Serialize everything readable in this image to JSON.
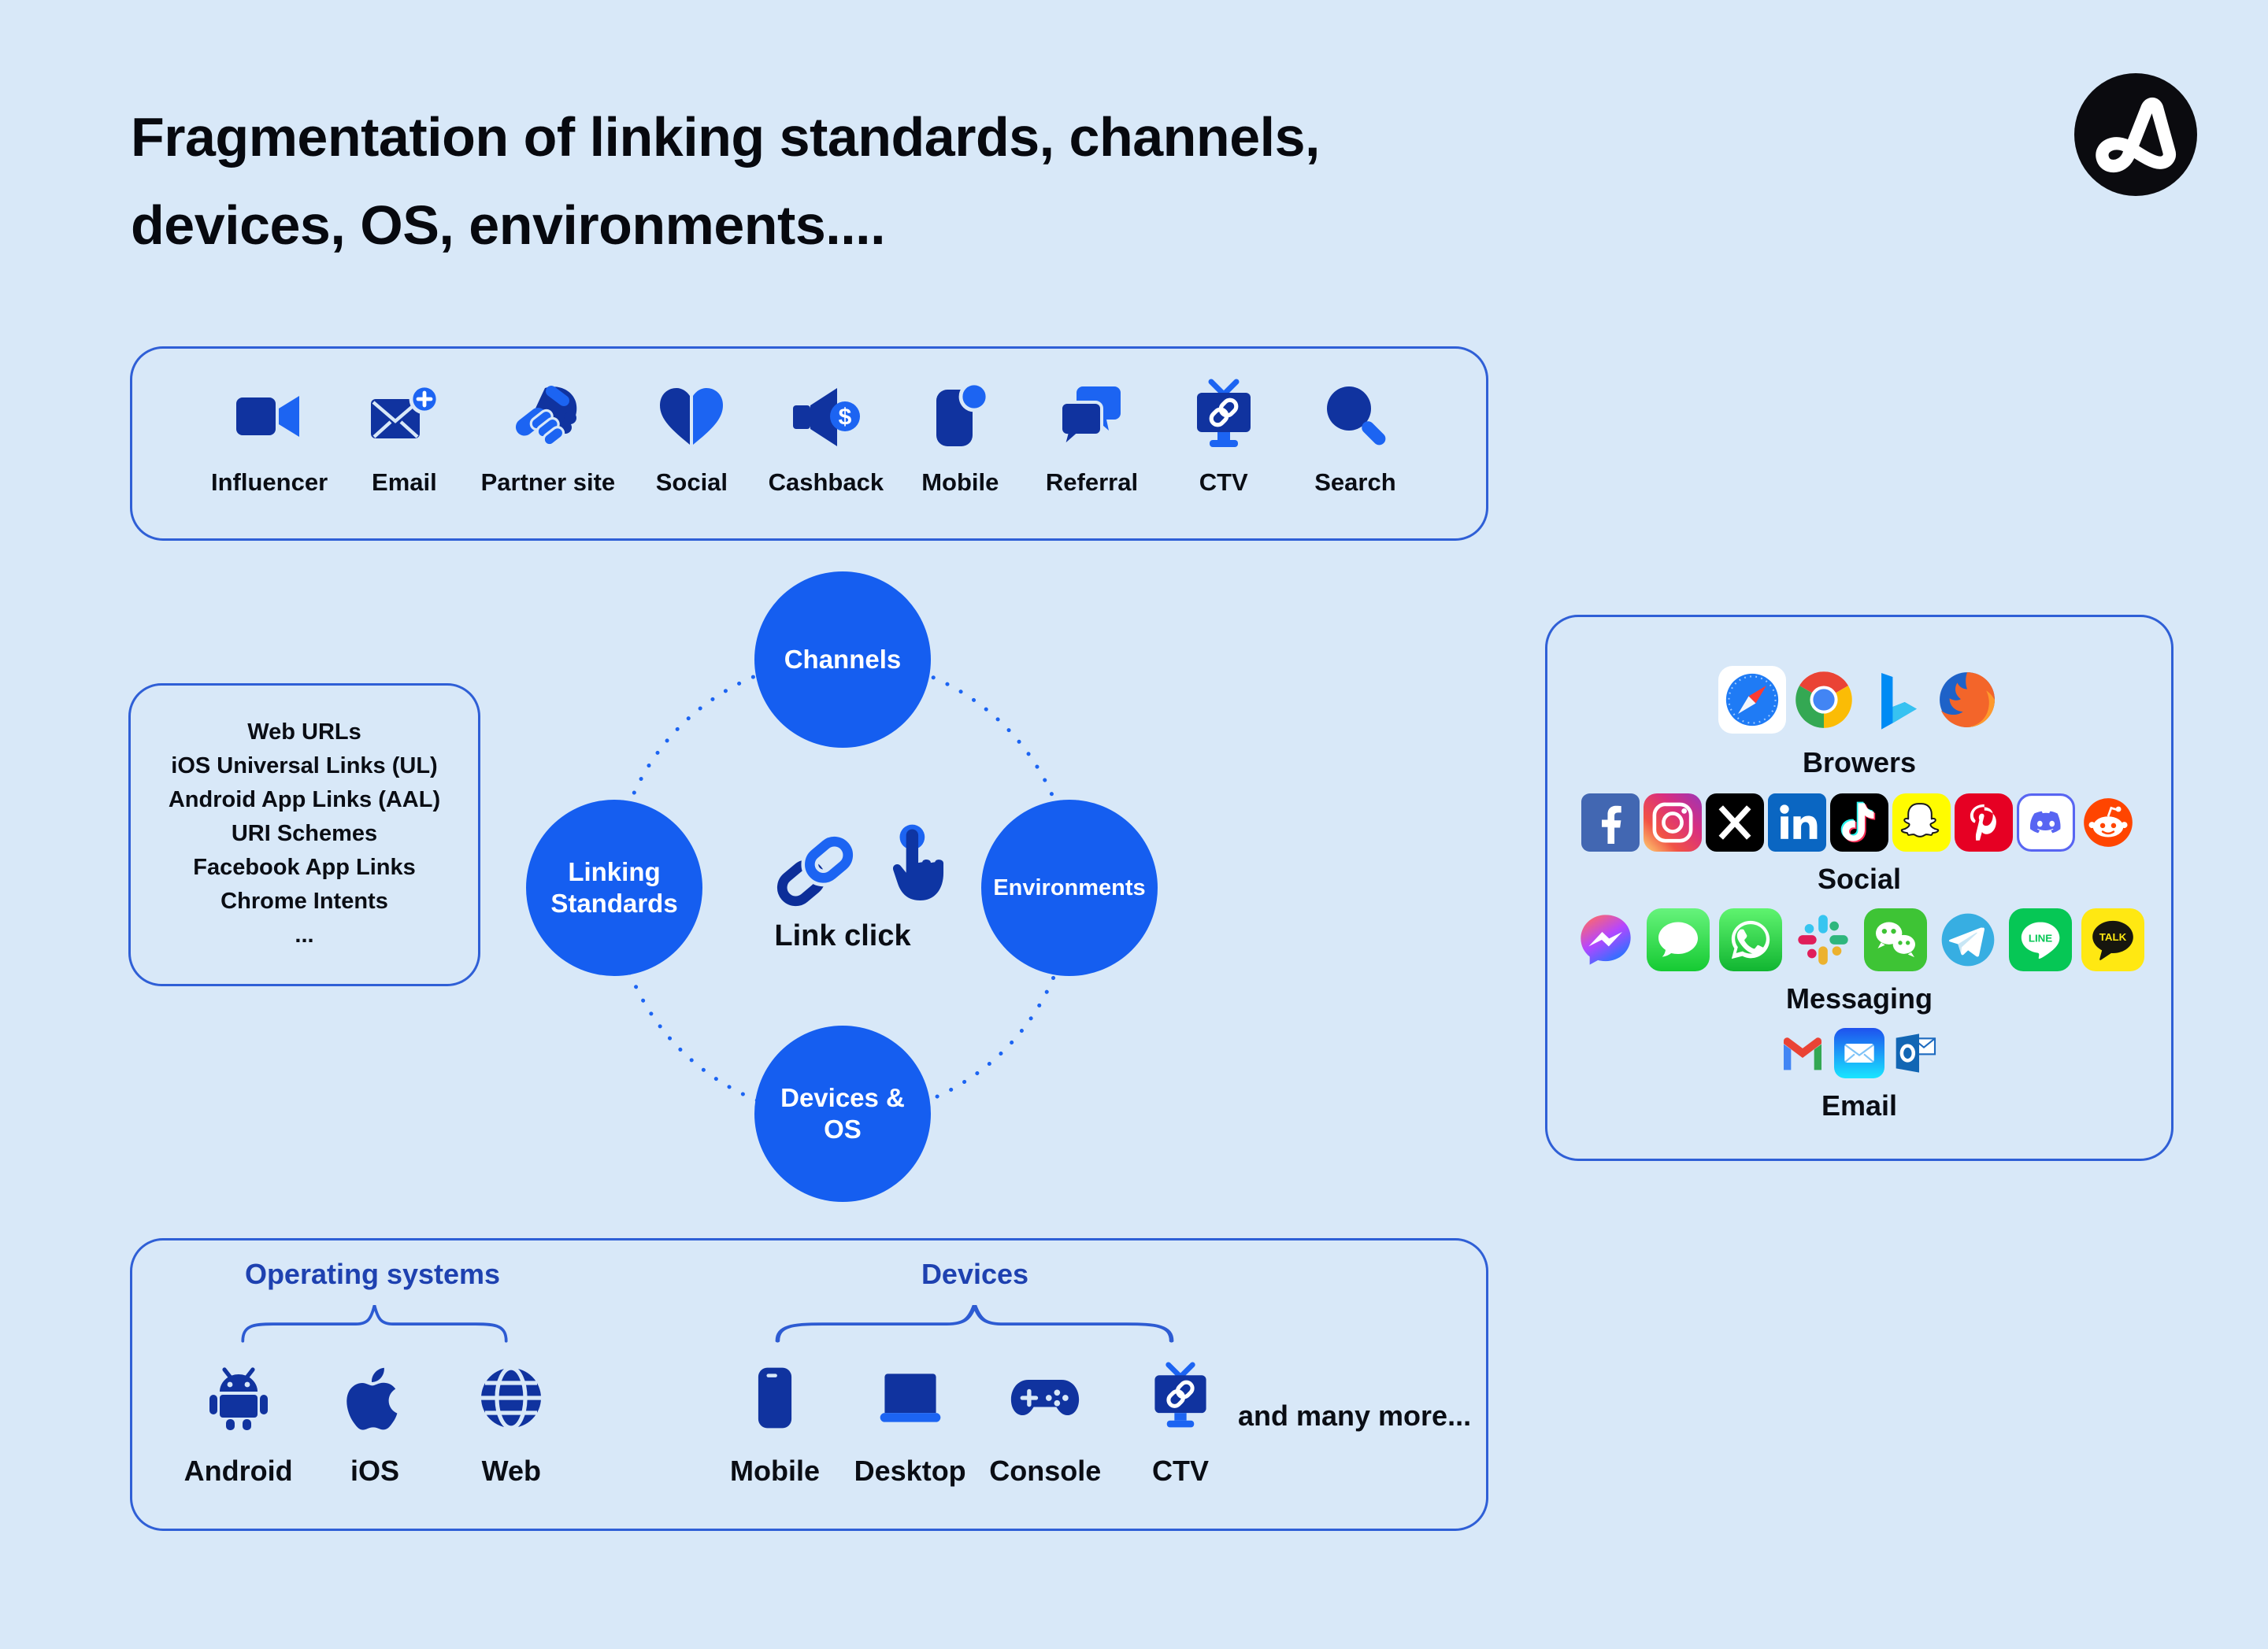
{
  "header": {
    "title": "Fragmentation of linking standards, channels,\ndevices, OS, environments....",
    "logo": "appsflyer-logo"
  },
  "colors": {
    "background": "#d8e8f8",
    "navy": "#10339f",
    "blue": "#1c64f2",
    "node_fill": "#155ef0",
    "box_border": "#2f5fd6",
    "heading_text": "#07090f",
    "group_title_blue": "#1e41b0"
  },
  "channels_box": {
    "items": [
      {
        "label": "Influencer",
        "icon": "video-camera"
      },
      {
        "label": "Email",
        "icon": "envelope-plus"
      },
      {
        "label": "Partner site",
        "icon": "handshake"
      },
      {
        "label": "Social",
        "icon": "heart"
      },
      {
        "label": "Cashback",
        "icon": "megaphone-dollar"
      },
      {
        "label": "Mobile",
        "icon": "smartphone-notification"
      },
      {
        "label": "Referral",
        "icon": "chat-bubbles"
      },
      {
        "label": "CTV",
        "icon": "tv-link"
      },
      {
        "label": "Search",
        "icon": "magnifier"
      }
    ]
  },
  "diagram": {
    "nodes": {
      "top": "Channels",
      "left": "Linking\nStandards",
      "right": "Environments",
      "bottom": "Devices &\nOS"
    },
    "center_label": "Link click",
    "center_icons": [
      "link-chain",
      "pointer-hand"
    ]
  },
  "linking_standards_box": {
    "lines": [
      "Web URLs",
      "iOS Universal Links (UL)",
      "Android App Links (AAL)",
      "URI Schemes",
      "Facebook App Links",
      "Chrome Intents",
      "..."
    ]
  },
  "environments_box": {
    "groups": [
      {
        "label": "Browers",
        "icons": [
          "safari",
          "chrome",
          "bing",
          "firefox"
        ]
      },
      {
        "label": "Social",
        "icons": [
          "facebook",
          "instagram",
          "x",
          "linkedin",
          "tiktok",
          "snapchat",
          "pinterest",
          "discord",
          "reddit"
        ]
      },
      {
        "label": "Messaging",
        "icons": [
          "messenger",
          "imessage",
          "whatsapp",
          "slack",
          "wechat",
          "telegram",
          "line",
          "kakaotalk"
        ]
      },
      {
        "label": "Email",
        "icons": [
          "gmail",
          "apple-mail",
          "outlook"
        ]
      }
    ]
  },
  "bottom_box": {
    "os_group": {
      "title": "Operating systems",
      "items": [
        {
          "label": "Android",
          "icon": "android-robot"
        },
        {
          "label": "iOS",
          "icon": "apple-logo"
        },
        {
          "label": "Web",
          "icon": "globe"
        }
      ]
    },
    "devices_group": {
      "title": "Devices",
      "items": [
        {
          "label": "Mobile",
          "icon": "smartphone"
        },
        {
          "label": "Desktop",
          "icon": "laptop"
        },
        {
          "label": "Console",
          "icon": "gamepad"
        },
        {
          "label": "CTV",
          "icon": "tv-link"
        }
      ]
    },
    "more_label": "and many more..."
  }
}
